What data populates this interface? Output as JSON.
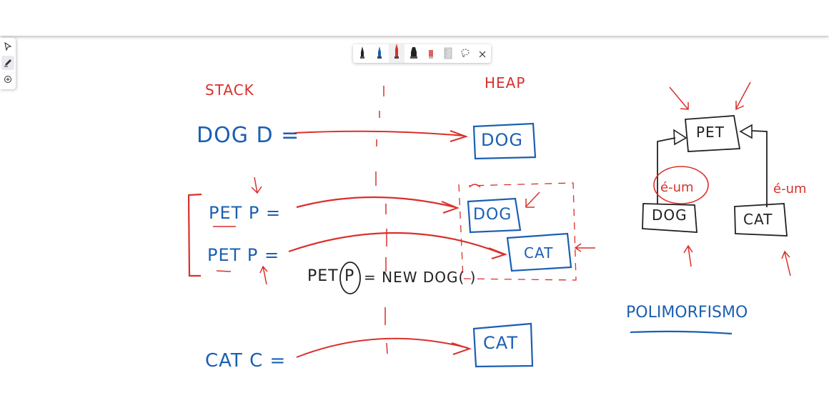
{
  "toolbar": {
    "tools": [
      {
        "name": "Black pen",
        "icon": "black-pen-icon",
        "color": "#222222"
      },
      {
        "name": "Blue pen",
        "icon": "blue-pen-icon",
        "color": "#1b5fb3"
      },
      {
        "name": "Red pen",
        "icon": "red-pen-icon",
        "color": "#d9302b",
        "active": true
      },
      {
        "name": "Black marker",
        "icon": "black-marker-icon",
        "color": "#222222"
      },
      {
        "name": "Highlighter",
        "icon": "highlighter-icon",
        "color": "#e06060"
      },
      {
        "name": "Ruler",
        "icon": "ruler-icon"
      },
      {
        "name": "Lasso select",
        "icon": "lasso-icon"
      },
      {
        "name": "Close",
        "icon": "close-icon"
      }
    ]
  },
  "leftrail": {
    "tools": [
      {
        "icon": "select-arrow-icon"
      },
      {
        "icon": "ink-pen-icon",
        "active": true
      },
      {
        "icon": "add-icon"
      }
    ]
  },
  "sketch": {
    "stack_label": "STACK",
    "heap_label": "HEAP",
    "dog_decl": "DOG D =",
    "pet_decl_1": "PET P =",
    "pet_decl_2": "PET P =",
    "cat_decl": "CAT C =",
    "heap_dog_1": "DOG",
    "heap_dog_2": "DOG",
    "heap_cat_1": "CAT",
    "heap_cat_2": "CAT",
    "new_dog_left": "PET",
    "new_dog_circled": "P",
    "new_dog_right": "= NEW DOG( )",
    "diagram_pet": "PET",
    "diagram_dog": "DOG",
    "diagram_cat": "CAT",
    "is_a_left": "é-um",
    "is_a_right": "é-um",
    "polymorphism": "POLIMORFISMO"
  },
  "colors": {
    "blue_ink": "#1b5fb3",
    "red_ink": "#d9302b",
    "black_ink": "#222222"
  }
}
